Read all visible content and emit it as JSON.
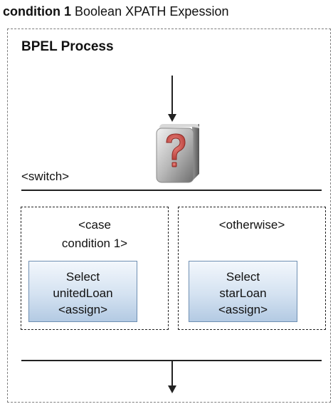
{
  "caption": {
    "bold": "condition 1",
    "rest": "Boolean XPATH Expession"
  },
  "process": {
    "title": "BPEL Process"
  },
  "switch": {
    "label": "<switch>"
  },
  "cases": [
    {
      "label_line1": "<case",
      "label_line2": "condition 1>",
      "activity": {
        "line1": "Select",
        "line2": "unitedLoan",
        "line3": "<assign>"
      }
    },
    {
      "label_line1": "<otherwise>",
      "activity": {
        "line1": "Select",
        "line2": "starLoan",
        "line3": "<assign>"
      }
    }
  ],
  "icon": {
    "name": "question-mark-icon",
    "glyph": "?",
    "color": "#c0504d"
  }
}
